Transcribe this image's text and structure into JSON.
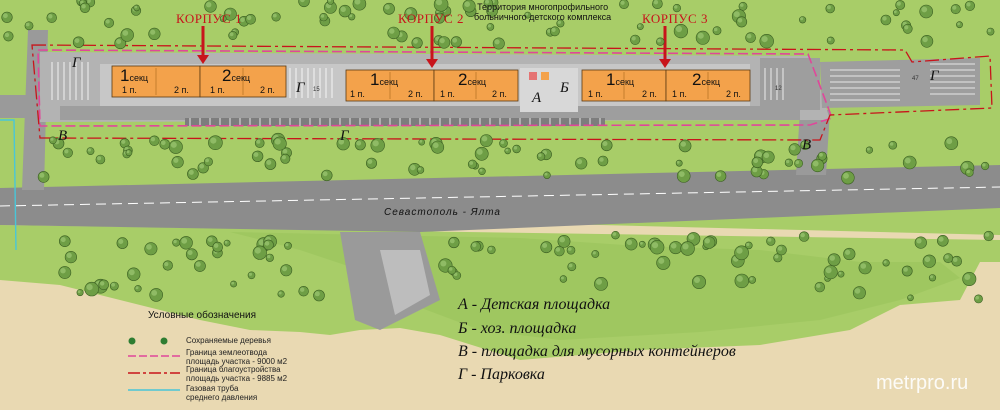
{
  "territory_label": [
    "Территория многопрофильного",
    "больничного детского комплекса"
  ],
  "buildings": [
    {
      "label": "КОРПУС 1",
      "sections": [
        {
          "num": "1",
          "word": "секц",
          "left": "1 п.",
          "right": "2 п."
        },
        {
          "num": "2",
          "word": "секц",
          "left": "1 п.",
          "right": "2 п."
        }
      ]
    },
    {
      "label": "КОРПУС 2",
      "sections": [
        {
          "num": "1",
          "word": "секц",
          "left": "1 п.",
          "right": "2 п."
        },
        {
          "num": "2",
          "word": "секц",
          "left": "1 п.",
          "right": "2 п."
        }
      ]
    },
    {
      "label": "КОРПУС 3",
      "sections": [
        {
          "num": "1",
          "word": "секц",
          "left": "1 п.",
          "right": "2 п."
        },
        {
          "num": "2",
          "word": "секц",
          "left": "1 п.",
          "right": "2 п."
        }
      ]
    }
  ],
  "zone_markers": [
    "Г",
    "Г",
    "Г",
    "Г",
    "А",
    "Б",
    "В",
    "В"
  ],
  "parking_numbers": [
    "15",
    "47",
    "12"
  ],
  "road_label": "Севастополь - Ялта",
  "zone_legend": [
    "А - Детская площадка",
    "Б - хоз. площадка",
    "В - площадка для мусорных контейнеров",
    "Г - Парковка"
  ],
  "symbol_legend": {
    "title": "Условные обозначения",
    "items": [
      {
        "text": [
          "Сохраняемые деревья"
        ],
        "color": "#2e7d32"
      },
      {
        "text": [
          "Граница землеотвода",
          "площадь участка - 9000 м2"
        ],
        "color": "#e0479a"
      },
      {
        "text": [
          "Граница благоустройства",
          "площадь участка - 9885 м2"
        ],
        "color": "#c8141b"
      },
      {
        "text": [
          "Газовая труба",
          "среднего давления"
        ],
        "color": "#49c6d8"
      }
    ]
  },
  "watermark": "metrpro.ru",
  "colors": {
    "grass": "#a9cf6a",
    "sand": "#e9d9b2",
    "road": "#8c8c8c",
    "building": "#f3a24b",
    "roof": "#c8c8c8",
    "arrow": "#c8141b"
  }
}
